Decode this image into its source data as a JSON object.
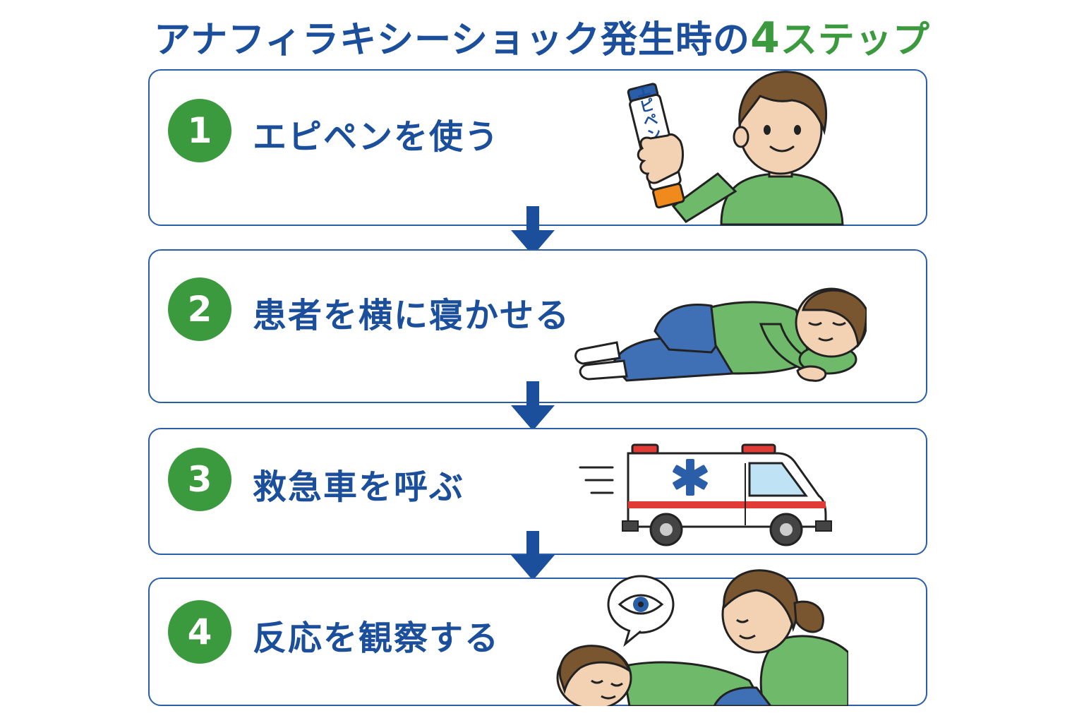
{
  "title": {
    "prefix": "アナフィラキシーショック発生時の",
    "highlight_number": "4",
    "highlight_suffix": "ステップ"
  },
  "steps": [
    {
      "number": "1",
      "label": "エピペンを使う",
      "pen_label": "エピペン",
      "illustration": "person-holding-epipen"
    },
    {
      "number": "2",
      "label": "患者を横に寝かせる",
      "illustration": "person-lying-on-side"
    },
    {
      "number": "3",
      "label": "救急車を呼ぶ",
      "illustration": "ambulance"
    },
    {
      "number": "4",
      "label": "反応を観察する",
      "illustration": "caregiver-watching-patient-with-eye-bubble"
    }
  ],
  "colors": {
    "title_blue": "#1b4e9b",
    "accent_green": "#3c9a3e",
    "border_blue": "#2a5ea8",
    "shirt_green": "#6fba6a",
    "ambulance_red": "#e03b35",
    "pen_orange": "#f08a1c"
  }
}
